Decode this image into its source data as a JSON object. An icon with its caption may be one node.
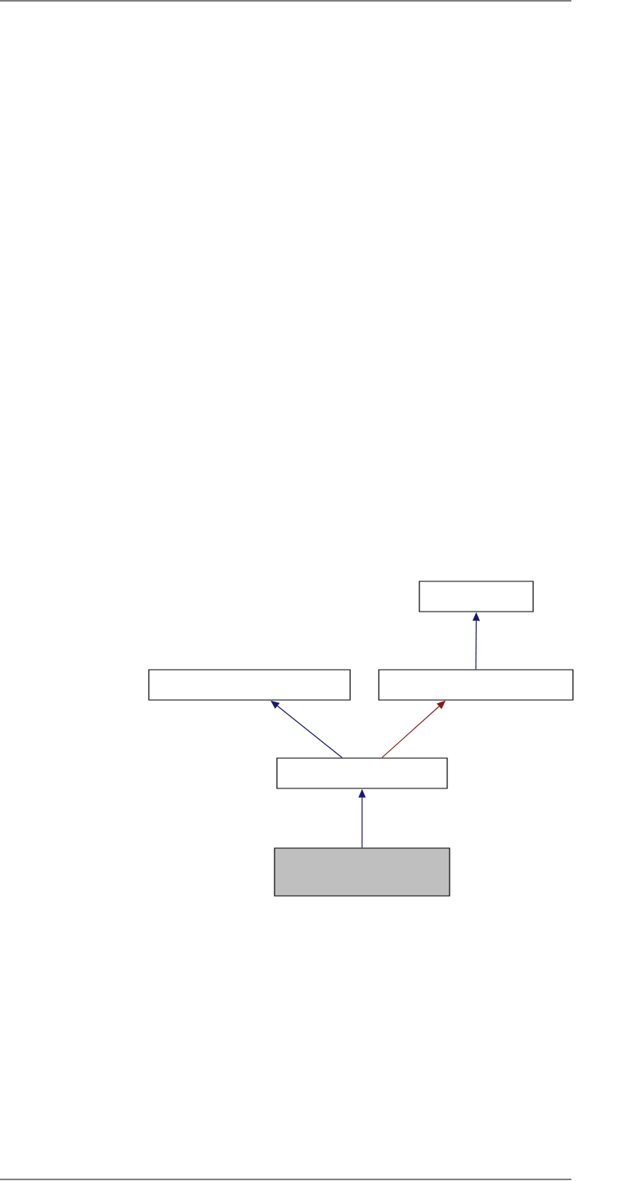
{
  "diagram": {
    "nodes": [
      {
        "text": [],
        "shape": "box"
      },
      {
        "text": [],
        "shape": "box"
      },
      {
        "text": [],
        "shape": "box"
      },
      {
        "text": [],
        "shape": "box"
      },
      {
        "text": [],
        "shape": "box"
      }
    ],
    "edges": [
      {
        "from": 2,
        "to": 0,
        "arrow": "to"
      },
      {
        "from": 3,
        "to": 1,
        "arrow": "to"
      },
      {
        "from": 3,
        "to": 2,
        "arrow": "to",
        "color": "#8b1a1a"
      },
      {
        "from": 4,
        "to": 3,
        "arrow": "to"
      }
    ]
  }
}
